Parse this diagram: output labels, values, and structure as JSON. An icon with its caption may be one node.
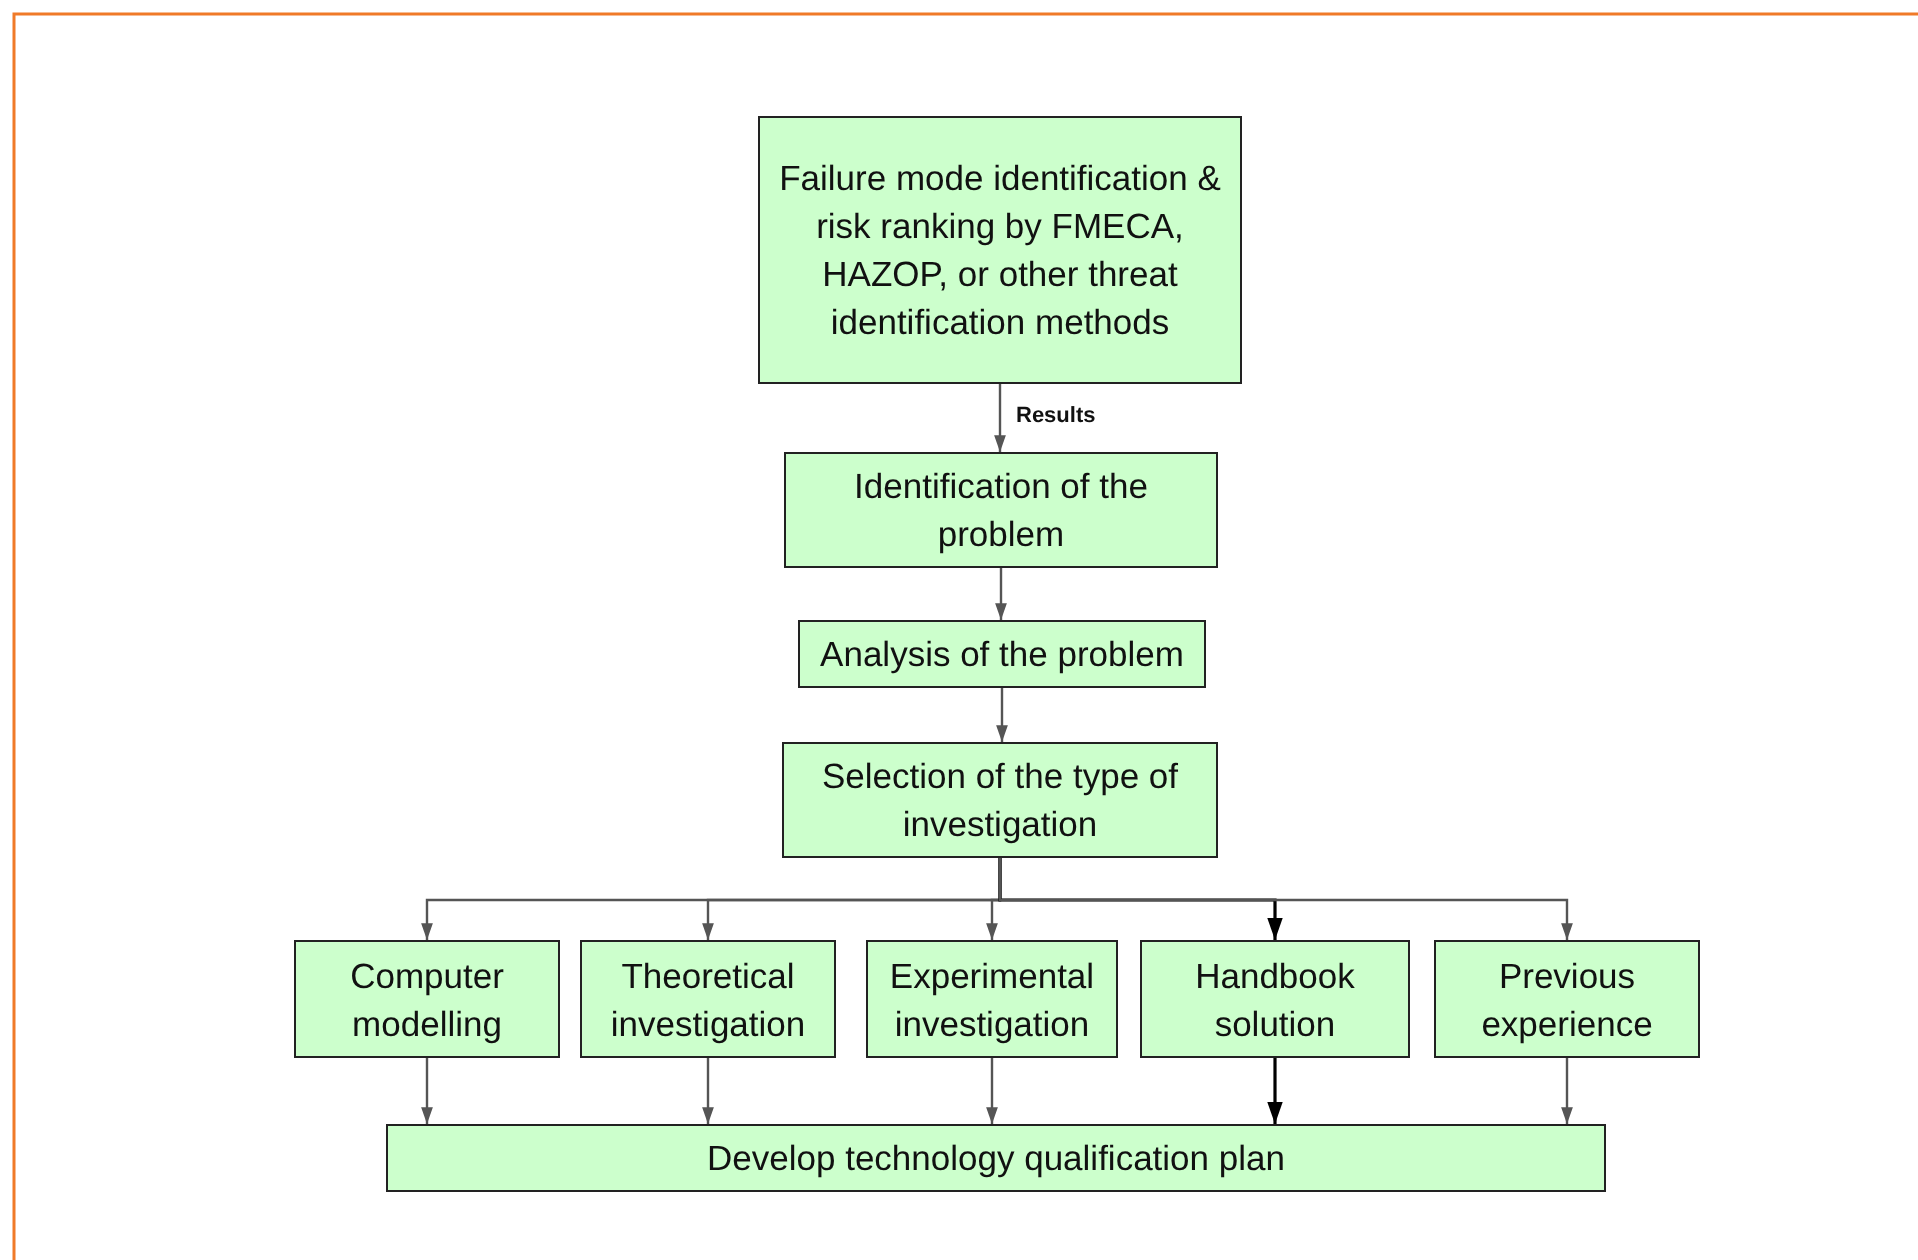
{
  "diagram": {
    "nodes": [
      {
        "text": [
          "Failure mode identification & risk ranking by FMECA, HAZOP, or other threat identification methods"
        ]
      },
      {
        "text": [
          "Identification of the problem"
        ]
      },
      {
        "text": [
          "Analysis of the problem"
        ]
      },
      {
        "text": [
          "Selection of the type of investigation"
        ]
      },
      {
        "text": [
          "Computer modelling"
        ]
      },
      {
        "text": [
          "Theoretical investigation"
        ]
      },
      {
        "text": [
          "Experimental investigation"
        ]
      },
      {
        "text": [
          "Handbook solution"
        ]
      },
      {
        "text": [
          "Previous experience"
        ]
      },
      {
        "text": [
          "Develop technology qualification plan"
        ]
      }
    ],
    "edges": [
      {
        "from": 0,
        "to": 1,
        "arrow": "to",
        "label": "Results"
      },
      {
        "from": 1,
        "to": 2,
        "arrow": "to"
      },
      {
        "from": 2,
        "to": 3,
        "arrow": "to"
      },
      {
        "from": 3,
        "to": 4,
        "arrow": "to"
      },
      {
        "from": 3,
        "to": 5,
        "arrow": "to"
      },
      {
        "from": 3,
        "to": 6,
        "arrow": "to"
      },
      {
        "from": 3,
        "to": 7,
        "arrow": "to",
        "color": "#000000"
      },
      {
        "from": 3,
        "to": 8,
        "arrow": "to"
      },
      {
        "from": 4,
        "to": 9,
        "arrow": "to"
      },
      {
        "from": 5,
        "to": 9,
        "arrow": "to"
      },
      {
        "from": 6,
        "to": 9,
        "arrow": "to"
      },
      {
        "from": 7,
        "to": 9,
        "arrow": "to",
        "color": "#000000"
      },
      {
        "from": 8,
        "to": 9,
        "arrow": "to"
      }
    ]
  }
}
